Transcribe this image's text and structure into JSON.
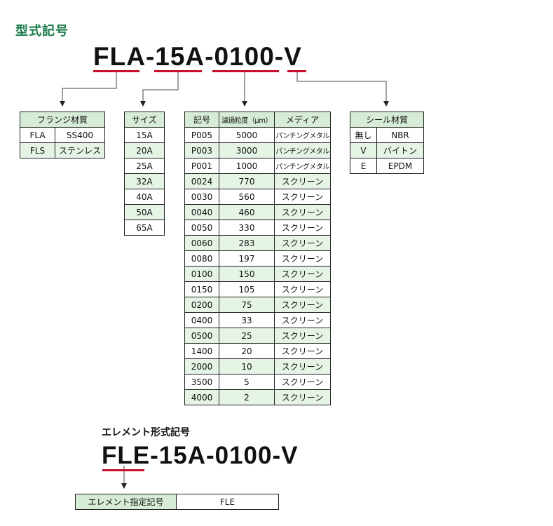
{
  "heading": "型式記号",
  "model": {
    "text": "FLA-15A-0100-V",
    "parts": [
      "FLA",
      "-",
      "15A",
      "-",
      "0100",
      "-",
      "V"
    ]
  },
  "flange_table": {
    "header": "フランジ材質",
    "rows": [
      [
        "FLA",
        "SS400"
      ],
      [
        "FLS",
        "ステンレス"
      ]
    ]
  },
  "size_table": {
    "header": "サイズ",
    "rows": [
      "15A",
      "20A",
      "25A",
      "32A",
      "40A",
      "50A",
      "65A"
    ]
  },
  "filter_table": {
    "headers": [
      "記号",
      "濾過粒度（μm）",
      "メディア"
    ],
    "rows": [
      [
        "P005",
        "5000",
        "パンチングメタル"
      ],
      [
        "P003",
        "3000",
        "パンチングメタル"
      ],
      [
        "P001",
        "1000",
        "パンチングメタル"
      ],
      [
        "0024",
        "770",
        "スクリーン"
      ],
      [
        "0030",
        "560",
        "スクリーン"
      ],
      [
        "0040",
        "460",
        "スクリーン"
      ],
      [
        "0050",
        "330",
        "スクリーン"
      ],
      [
        "0060",
        "283",
        "スクリーン"
      ],
      [
        "0080",
        "197",
        "スクリーン"
      ],
      [
        "0100",
        "150",
        "スクリーン"
      ],
      [
        "0150",
        "105",
        "スクリーン"
      ],
      [
        "0200",
        "75",
        "スクリーン"
      ],
      [
        "0400",
        "33",
        "スクリーン"
      ],
      [
        "0500",
        "25",
        "スクリーン"
      ],
      [
        "1400",
        "20",
        "スクリーン"
      ],
      [
        "2000",
        "10",
        "スクリーン"
      ],
      [
        "3500",
        "5",
        "スクリーン"
      ],
      [
        "4000",
        "2",
        "スクリーン"
      ]
    ]
  },
  "seal_table": {
    "header": "シール材質",
    "rows": [
      [
        "無し",
        "NBR"
      ],
      [
        "V",
        "バイトン"
      ],
      [
        "E",
        "EPDM"
      ]
    ]
  },
  "element_heading": "エレメント形式記号",
  "element_model": {
    "text": "FLE-15A-0100-V",
    "parts": [
      "FLE",
      "-15A-0100-V"
    ]
  },
  "element_table": {
    "label": "エレメント指定記号",
    "value": "FLE"
  },
  "colors": {
    "heading_green": "#1a7a4a",
    "underline_red": "#c8102e",
    "header_fill": "#d6ecd6",
    "row_fill": "#e6f4e6"
  }
}
